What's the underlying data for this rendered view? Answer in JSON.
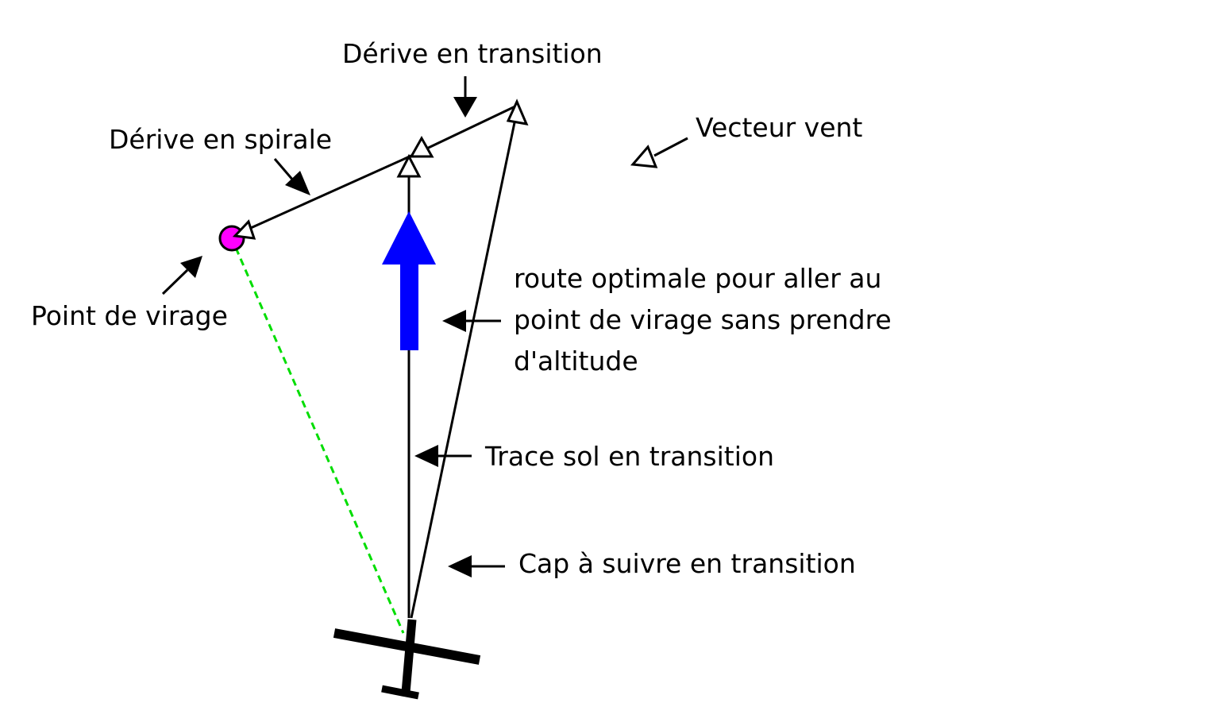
{
  "labels": {
    "derive_transition": "Dérive en transition",
    "derive_spirale": "Dérive en spirale",
    "vecteur_vent": "Vecteur vent",
    "point_virage": "Point de virage",
    "route_optimale_line1": "route optimale pour aller au",
    "route_optimale_line2": "point de virage sans prendre",
    "route_optimale_line3": "d'altitude",
    "trace_sol": "Trace sol en transition",
    "cap_suivre": "Cap à suivre en transition"
  },
  "colors": {
    "line": "#000000",
    "heading_arrow": "#0000ff",
    "turnpoint": "#ff00ff",
    "dashed_route": "#00dd00",
    "background": "#ffffff"
  },
  "icons": {
    "glider": "glider-icon",
    "turnpoint": "turnpoint-marker-icon",
    "wind": "wind-vector-icon"
  }
}
